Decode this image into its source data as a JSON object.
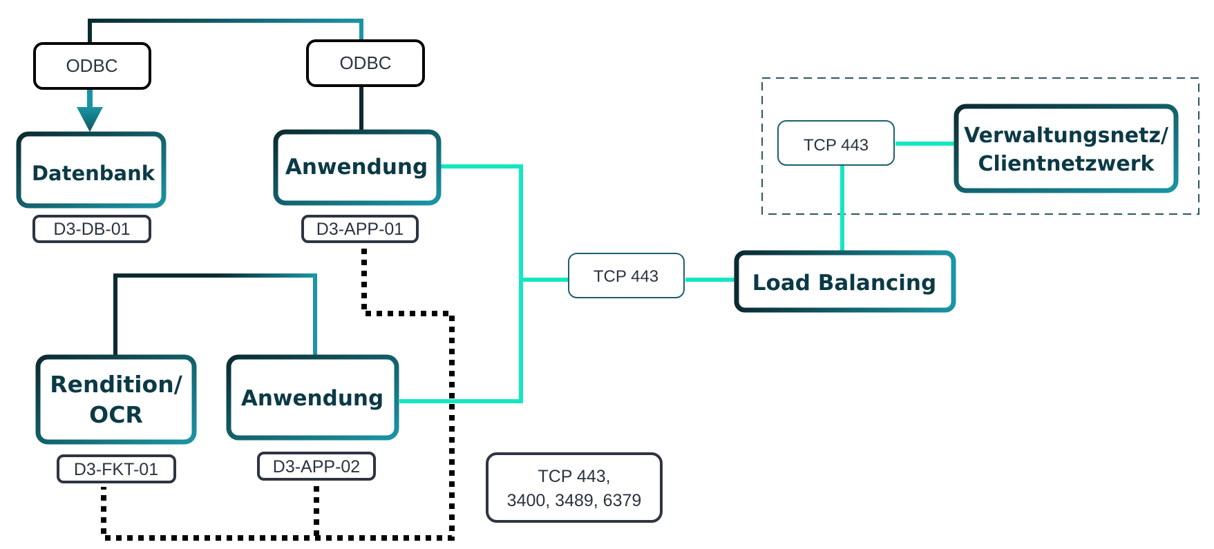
{
  "colors": {
    "teal_bright": "#14e7c0",
    "teal": "#1a95a5",
    "dark": "#0b2a30",
    "box_stroke": "#2e3440",
    "dashed_frame": "#2a5560"
  },
  "nodes": {
    "datenbank": "Datenbank",
    "anwendung_1": "Anwendung",
    "anwendung_2": "Anwendung",
    "rendition_line1": "Rendition/",
    "rendition_line2": "OCR",
    "load_balancing": "Load Balancing",
    "verwaltungsnetz_line1": "Verwaltungsnetz/",
    "verwaltungsnetz_line2": "Clientnetzwerk"
  },
  "host_labels": {
    "db": "D3-DB-01",
    "app1": "D3-APP-01",
    "app2": "D3-APP-02",
    "fkt": "D3-FKT-01"
  },
  "protocol_labels": {
    "odbc_left": "ODBC",
    "odbc_right": "ODBC",
    "tcp_middle": "TCP 443",
    "tcp_top_right": "TCP 443",
    "legend_line1": "TCP 443,",
    "legend_line2": "3400, 3489, 6379"
  }
}
